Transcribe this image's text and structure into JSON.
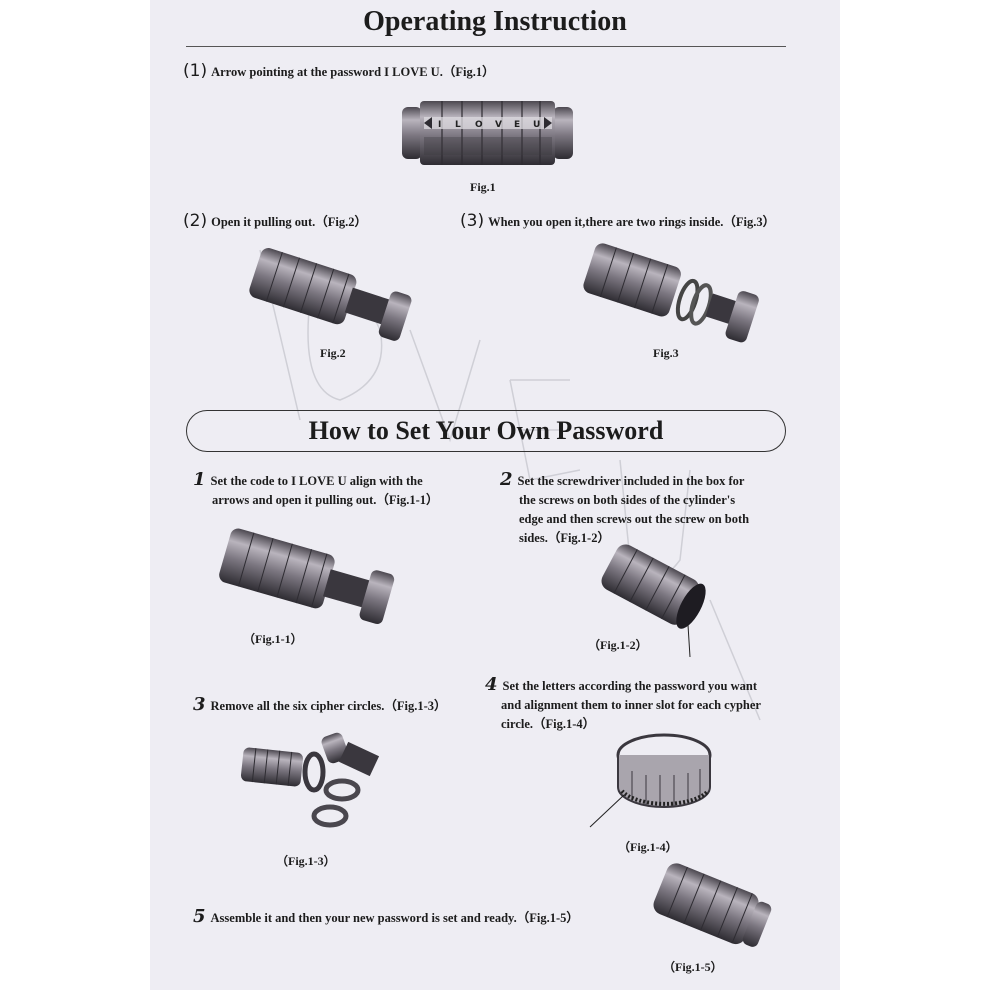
{
  "header": {
    "title": "Operating Instruction"
  },
  "operating": {
    "step1": {
      "num": "(1)",
      "text": "Arrow pointing at the password I LOVE U.（Fig.1）",
      "caption": "Fig.1"
    },
    "step2": {
      "num": "(2)",
      "text": "Open it pulling out.（Fig.2）",
      "caption": "Fig.2"
    },
    "step3": {
      "num": "(3)",
      "text": "When you open it,there are two rings inside.（Fig.3）",
      "caption": "Fig.3"
    }
  },
  "password_section": {
    "title": "How to Set Your Own Password",
    "step1": {
      "num": "1",
      "lines": [
        "Set the code to I LOVE U align with the",
        "arrows and open it pulling out.（Fig.1-1）"
      ],
      "caption": "（Fig.1-1）"
    },
    "step2": {
      "num": "2",
      "lines": [
        "Set the screwdriver included in the box for",
        "the screws on both sides of the cylinder's",
        "edge and then screws out the screw on both",
        "sides.（Fig.1-2）"
      ],
      "caption": "（Fig.1-2）"
    },
    "step3": {
      "num": "3",
      "text": "Remove all the six cipher circles.（Fig.1-3）",
      "caption": "（Fig.1-3）"
    },
    "step4": {
      "num": "4",
      "lines": [
        "Set the letters according the password you want",
        "and alignment them to inner slot for each cypher",
        "circle.（Fig.1-4）"
      ],
      "caption": "（Fig.1-4）"
    },
    "step5": {
      "num": "5",
      "text": "Assemble it and then your new password is set and ready.（Fig.1-5）",
      "caption": "（Fig.1-5）"
    }
  },
  "figures": {
    "fig1_letters": [
      "I",
      "L",
      "O",
      "V",
      "E",
      "U"
    ],
    "metal_color": "#6a6670",
    "dark_color": "#2e2c32"
  }
}
